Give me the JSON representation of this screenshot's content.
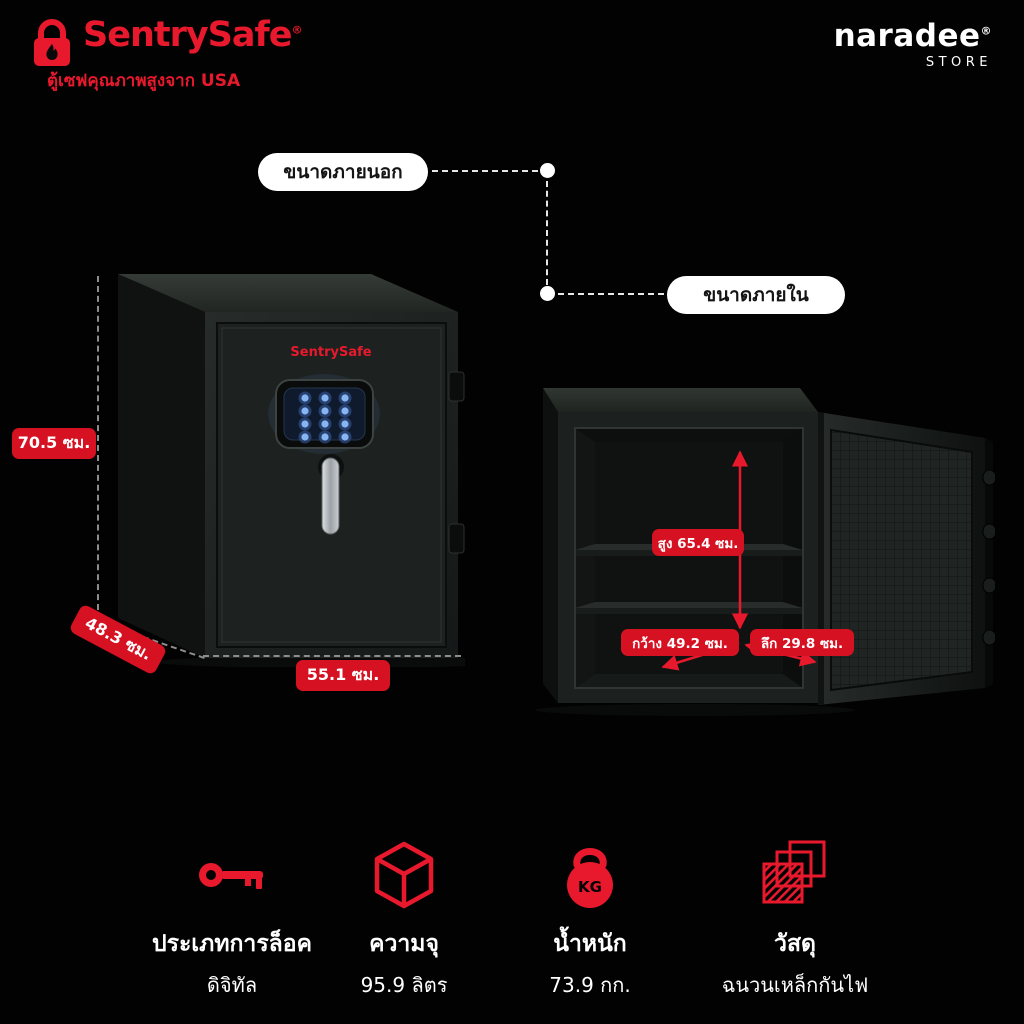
{
  "header": {
    "brand": {
      "name_part1": "Sentry",
      "name_part2": "Safe",
      "reg": "®",
      "tagline": "ตู้เซฟคุณภาพสูงจาก USA"
    },
    "store": {
      "name": "naradee",
      "reg": "®",
      "sub": "STORE"
    }
  },
  "callouts": {
    "external_label": "ขนาดภายนอก",
    "internal_label": "ขนาดภายใน"
  },
  "closed_safe": {
    "door_logo": "SentrySafe",
    "height_label": "70.5 ซม.",
    "depth_label": "48.3 ซม.",
    "width_label": "55.1 ซม."
  },
  "open_safe": {
    "height_label": "สูง 65.4 ซม.",
    "width_label": "กว้าง 49.2 ซม.",
    "depth_label": "ลึก 29.8 ซม."
  },
  "features": [
    {
      "icon": "key-icon",
      "title": "ประเภทการล็อค",
      "value": "ดิจิทัล"
    },
    {
      "icon": "cube-icon",
      "title": "ความจุ",
      "value": "95.9 ลิตร"
    },
    {
      "icon": "weight-icon",
      "icon_text": "KG",
      "title": "น้ำหนัก",
      "value": "73.9 กก."
    },
    {
      "icon": "material-icon",
      "title": "วัสดุ",
      "value": "ฉนวนเหล็กกันไฟ"
    }
  ],
  "colors": {
    "accent_red": "#e8192c",
    "pill_red": "#d61122"
  }
}
